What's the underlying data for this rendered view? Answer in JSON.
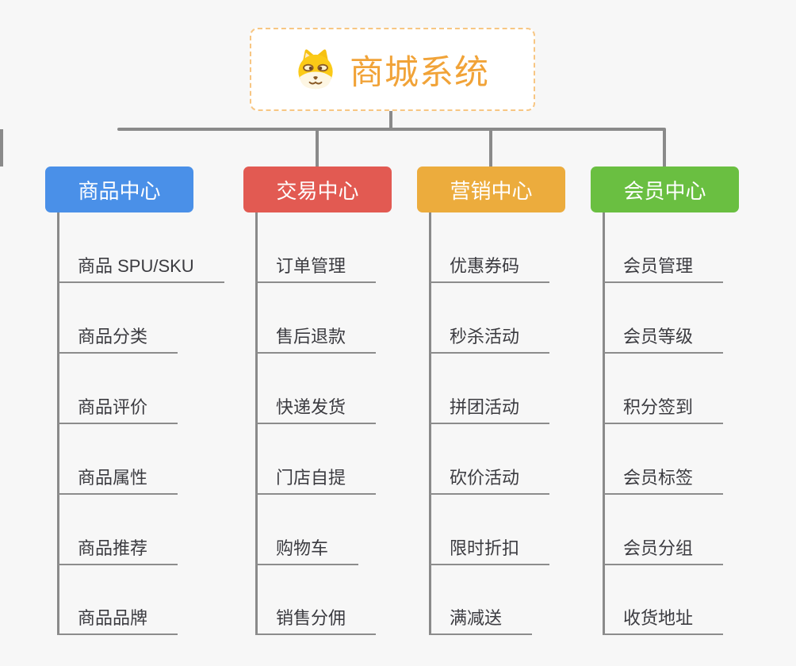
{
  "root": {
    "title": "商城系统",
    "icon": "dog-face-icon",
    "text_color": "#f1a338",
    "border_color": "#f7c683"
  },
  "branches": [
    {
      "label": "商品中心",
      "color": "#4a90e8",
      "items": [
        "商品 SPU/SKU",
        "商品分类",
        "商品评价",
        "商品属性",
        "商品推荐",
        "商品品牌"
      ]
    },
    {
      "label": "交易中心",
      "color": "#e25a52",
      "items": [
        "订单管理",
        "售后退款",
        "快递发货",
        "门店自提",
        "购物车",
        "销售分佣"
      ]
    },
    {
      "label": "营销中心",
      "color": "#ecac3d",
      "items": [
        "优惠券码",
        "秒杀活动",
        "拼团活动",
        "砍价活动",
        "限时折扣",
        "满减送"
      ]
    },
    {
      "label": "会员中心",
      "color": "#6abf41",
      "items": [
        "会员管理",
        "会员等级",
        "积分签到",
        "会员标签",
        "会员分组",
        "收货地址"
      ]
    }
  ],
  "colors": {
    "background": "#f7f7f7",
    "connector": "#8a8a8a",
    "item_text": "#3b3b40"
  }
}
